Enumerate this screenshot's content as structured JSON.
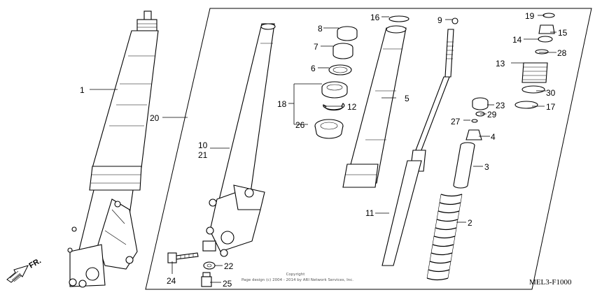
{
  "diagram": {
    "diagram_code": "MEL3-F1000",
    "copyright_line1": "Copyright",
    "copyright_line2": "Page design (c) 2004 - 2014 by ARI Network Services, Inc.",
    "direction_label": "FR.",
    "callouts": {
      "c1": "1",
      "c2": "2",
      "c3": "3",
      "c4": "4",
      "c5": "5",
      "c6": "6",
      "c7": "7",
      "c8": "8",
      "c9": "9",
      "c10": "10",
      "c11": "11",
      "c12": "12",
      "c13": "13",
      "c14": "14",
      "c15": "15",
      "c16": "16",
      "c17": "17",
      "c18": "18",
      "c19": "19",
      "c20": "20",
      "c21": "21",
      "c22": "22",
      "c23": "23",
      "c24": "24",
      "c25": "25",
      "c26": "26",
      "c27": "27",
      "c28": "28",
      "c29": "29",
      "c30": "30"
    }
  }
}
